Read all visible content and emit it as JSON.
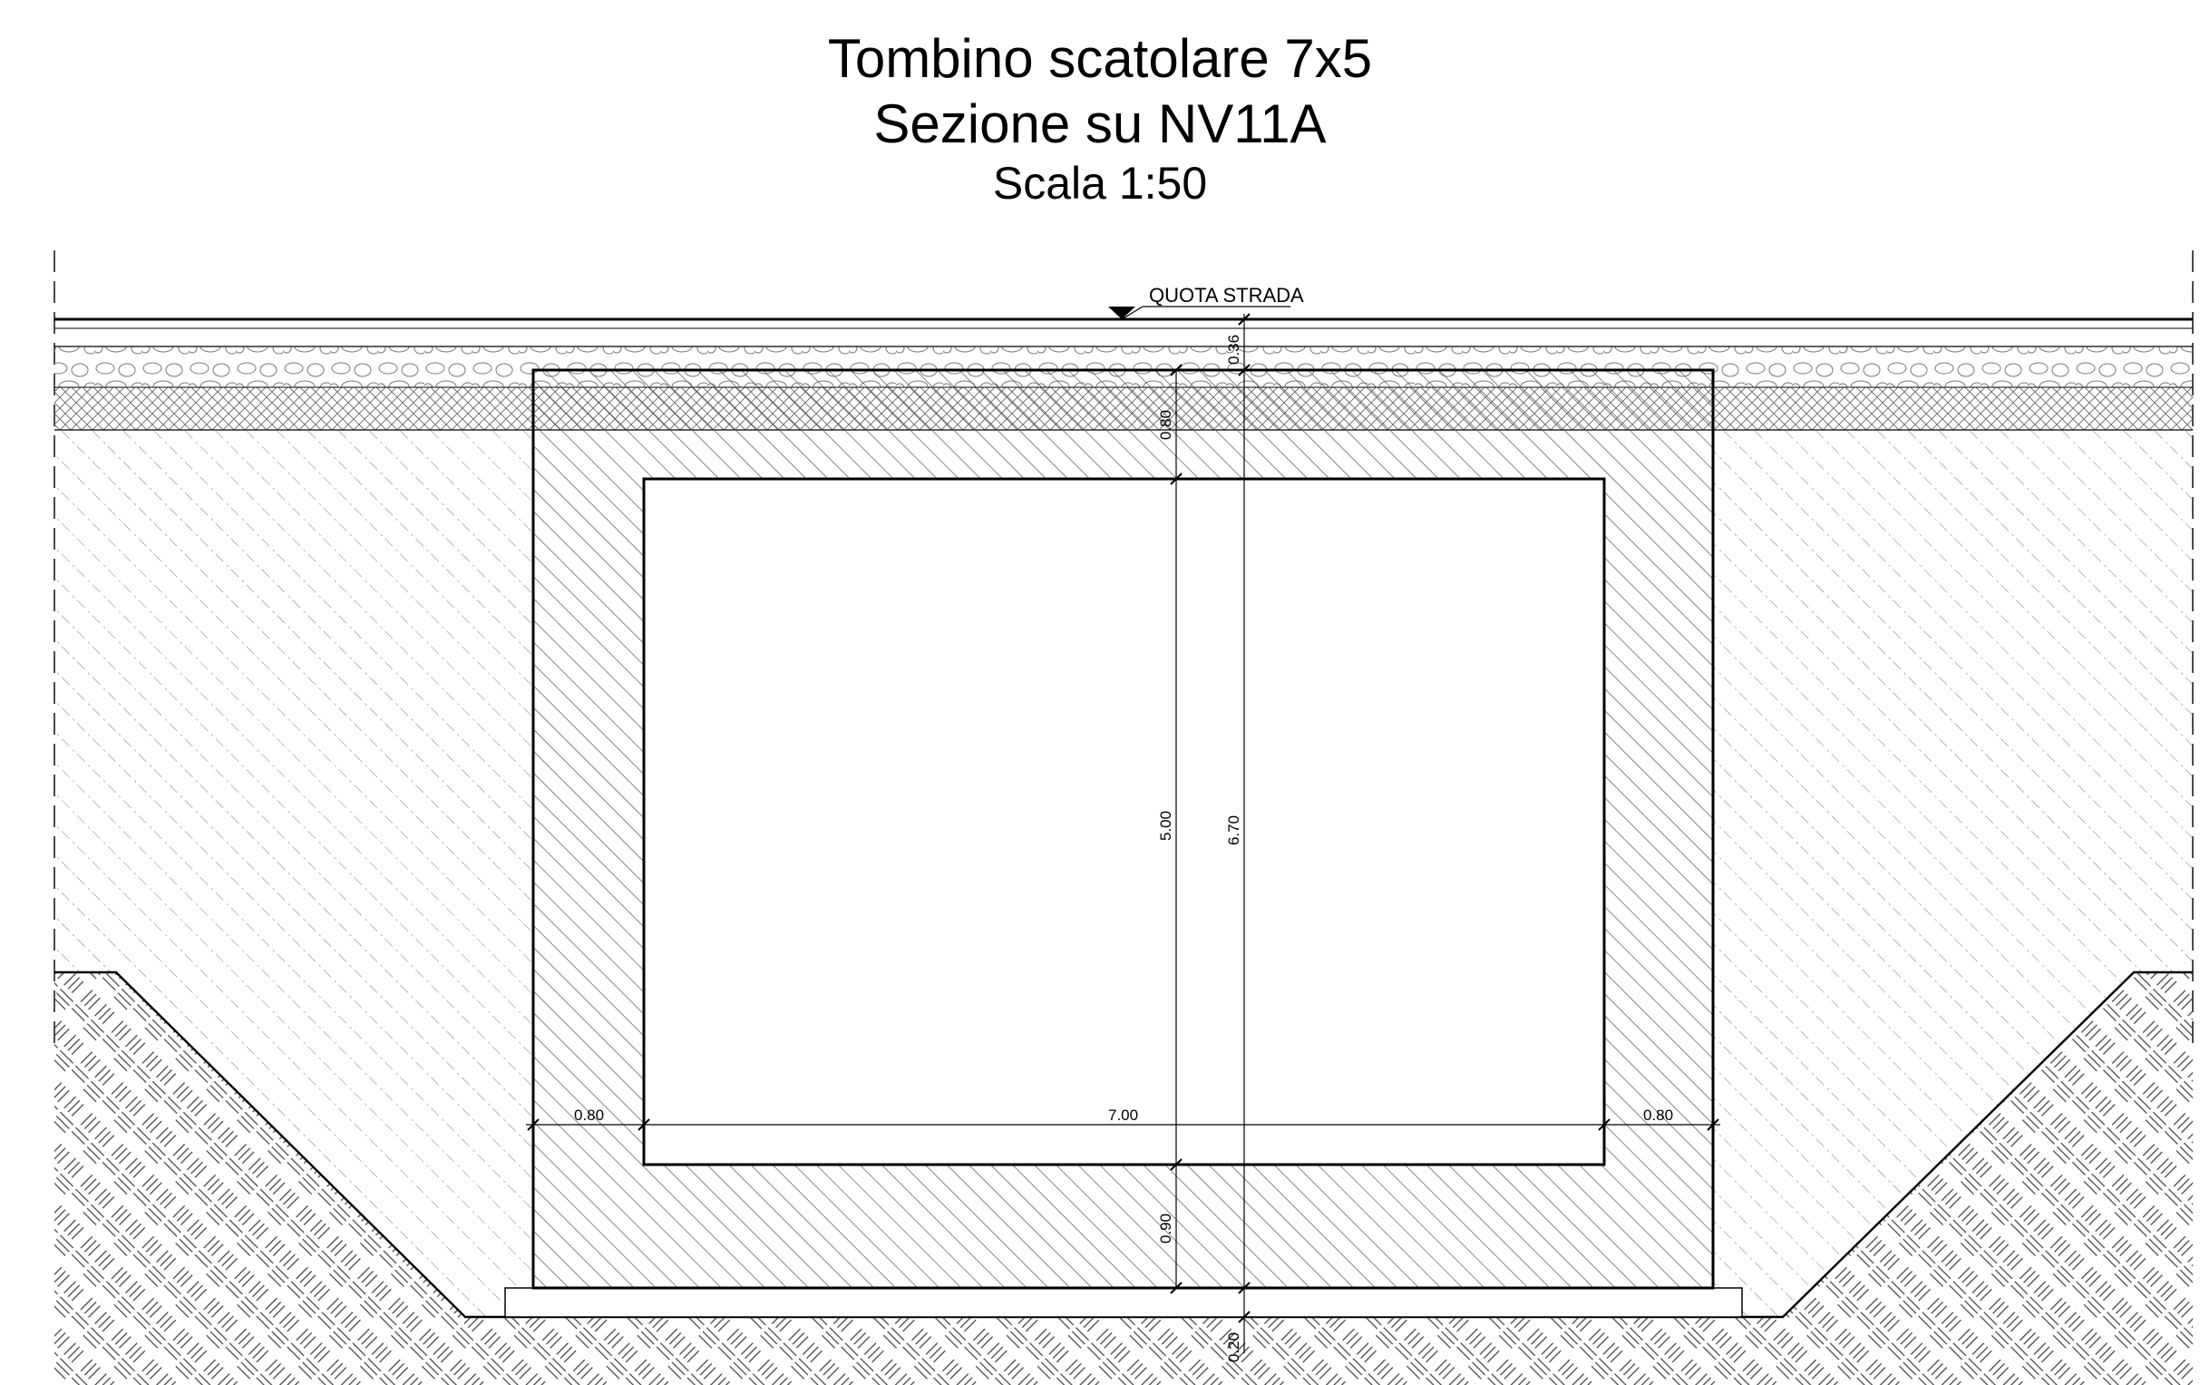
{
  "title": {
    "line1": "Tombino scatolare 7x5",
    "line2": "Sezione su NV11A",
    "scale": "Scala 1:50"
  },
  "road": {
    "label": "QUOTA STRADA"
  },
  "dimensions": {
    "pavement_thickness": "0.36",
    "top_slab": "0.80",
    "internal_height": "5.00",
    "total_height": "6.70",
    "bottom_slab": "0.90",
    "lean_concrete": "0.20",
    "left_wall": "0.80",
    "internal_width": "7.00",
    "right_wall": "0.80"
  },
  "colors": {
    "line": "#000000",
    "hatch": "#555555",
    "background": "#ffffff"
  }
}
